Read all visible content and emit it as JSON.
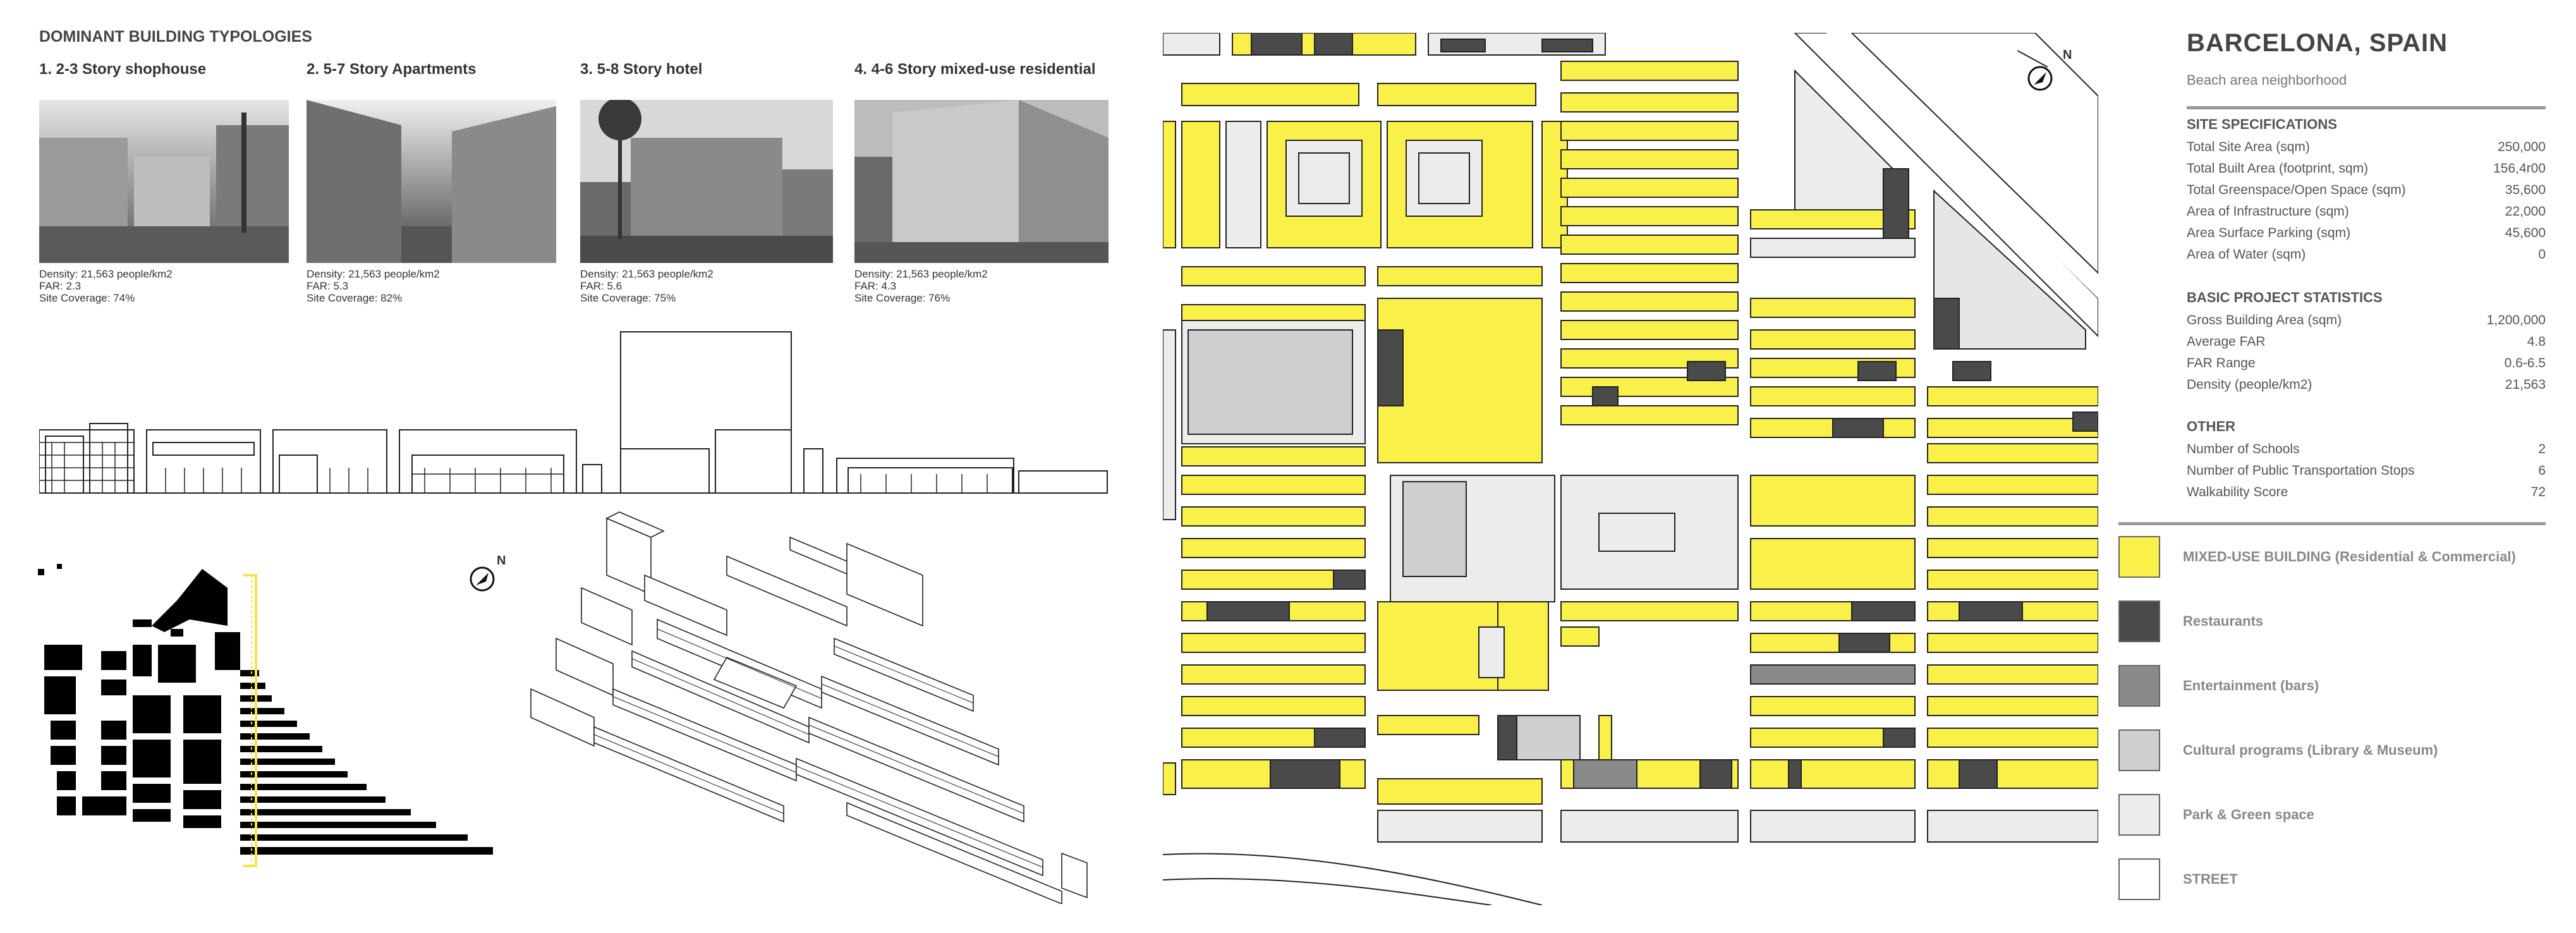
{
  "typologies": {
    "title": "DOMINANT BUILDING TYPOLOGIES",
    "items": [
      {
        "heading": "1. 2-3 Story shophouse",
        "density": "Density: 21,563 people/km2",
        "far": "FAR: 2.3",
        "coverage": "Site Coverage: 74%"
      },
      {
        "heading": "2. 5-7 Story Apartments",
        "density": "Density: 21,563 people/km2",
        "far": "FAR: 5.3",
        "coverage": "Site Coverage: 82%"
      },
      {
        "heading": "3. 5-8 Story hotel",
        "density": "Density: 21,563 people/km2",
        "far": "FAR: 5.6",
        "coverage": "Site Coverage: 75%"
      },
      {
        "heading": "4. 4-6 Story mixed-use residential",
        "density": "Density: 21,563 people/km2",
        "far": "FAR: 4.3",
        "coverage": "Site Coverage: 76%"
      }
    ]
  },
  "north_label": "N",
  "info": {
    "title": "BARCELONA, SPAIN",
    "subtitle": "Beach area neighborhood",
    "site": {
      "heading": "SITE SPECIFICATIONS",
      "rows": [
        {
          "label": "Total Site Area (sqm)",
          "value": "250,000"
        },
        {
          "label": "Total Built Area (footprint, sqm)",
          "value": "156,4r00"
        },
        {
          "label": "Total Greenspace/Open Space (sqm)",
          "value": "35,600"
        },
        {
          "label": "Area of Infrastructure (sqm)",
          "value": "22,000"
        },
        {
          "label": "Area Surface Parking (sqm)",
          "value": "45,600"
        },
        {
          "label": "Area of Water (sqm)",
          "value": "0"
        }
      ]
    },
    "basic": {
      "heading": "BASIC PROJECT STATISTICS",
      "rows": [
        {
          "label": "Gross Building Area (sqm)",
          "value": "1,200,000"
        },
        {
          "label": "Average FAR",
          "value": "4.8"
        },
        {
          "label": "FAR Range",
          "value": "0.6-6.5"
        },
        {
          "label": "Density (people/km2)",
          "value": "21,563"
        }
      ]
    },
    "other": {
      "heading": "OTHER",
      "rows": [
        {
          "label": "Number of Schools",
          "value": "2"
        },
        {
          "label": "Number of Public Transportation Stops",
          "value": "6"
        },
        {
          "label": "Walkability Score",
          "value": "72"
        }
      ]
    }
  },
  "legend": [
    {
      "label": "MIXED-USE BUILDING (Residential & Commercial)",
      "color": "#faf04a"
    },
    {
      "label": "Restaurants",
      "color": "#4a4a4a"
    },
    {
      "label": "Entertainment (bars)",
      "color": "#8a8a8a"
    },
    {
      "label": "Cultural programs (Library & Museum)",
      "color": "#cfcfcf"
    },
    {
      "label": "Park & Green space",
      "color": "#ececec"
    },
    {
      "label": "STREET",
      "color": "#ffffff"
    }
  ],
  "colors": {
    "mixed_use": "#faf04a",
    "restaurant": "#4a4a4a",
    "entertainment": "#8a8a8a",
    "cultural": "#cfcfcf",
    "park": "#ececec",
    "street": "#ffffff",
    "figure_ground": "#000000",
    "section_line": "#f2e64a"
  }
}
